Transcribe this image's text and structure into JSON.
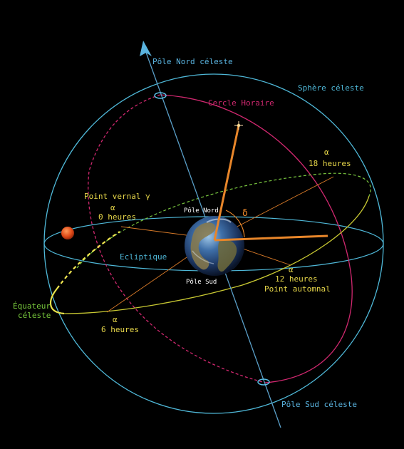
{
  "labels": {
    "pole_nord_celeste": "Pôle Nord céleste",
    "sphere_celeste": "Sphère céleste",
    "cercle_horaire": "Cercle Horaire",
    "alpha": "α",
    "heures_18": "18 heures",
    "point_vernal": "Point vernal γ",
    "heures_0": "0 heures",
    "pole_nord": "Pôle Nord",
    "delta": "δ",
    "ecliptique": "Ecliptique",
    "pole_sud": "Pôle Sud",
    "heures_12": "12 heures",
    "point_automnal": "Point automnal",
    "equateur_l1": "Équateur",
    "equateur_l2": "céleste",
    "heures_6": "6 heures",
    "pole_sud_celeste": "Pôle Sud céleste"
  },
  "colors": {
    "background": "#000000",
    "sphere": "#4fb8d8",
    "axis": "#5a9fc8",
    "hour_circle": "#d0286f",
    "ecliptic": "#c8c832",
    "equator_label": "#78c83c",
    "orange": "#e8862a",
    "yellow_text": "#e8d84a",
    "sun": "#e04a18"
  }
}
